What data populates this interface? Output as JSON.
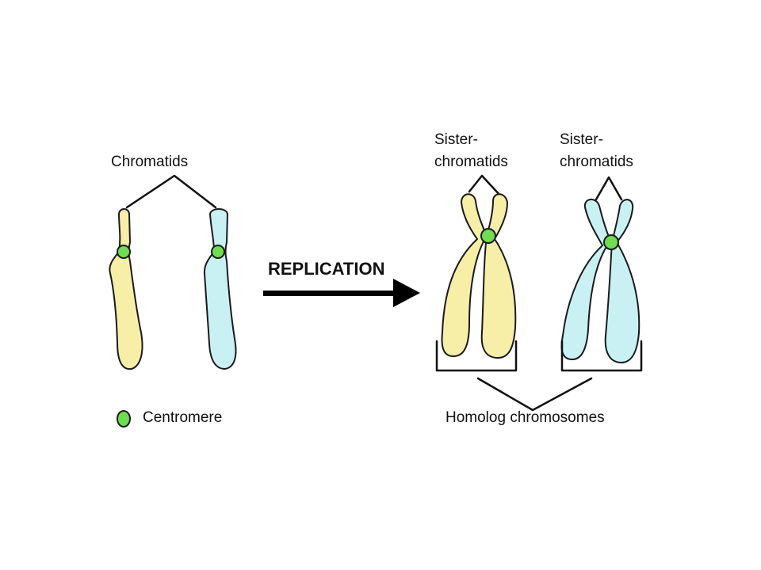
{
  "labels": {
    "chromatids": "Chromatids",
    "replication": "REPLICATION",
    "sister_1_line1": "Sister-",
    "sister_1_line2": "chromatids",
    "sister_2_line1": "Sister-",
    "sister_2_line2": "chromatids",
    "centromere": "Centromere",
    "homolog": "Homolog chromosomes"
  },
  "colors": {
    "chromosome_yellow": "#f7eea8",
    "chromosome_blue": "#c9f1f3",
    "centromere_green": "#6fdc52",
    "outline": "#1a1a1a",
    "arrow": "#000000"
  }
}
